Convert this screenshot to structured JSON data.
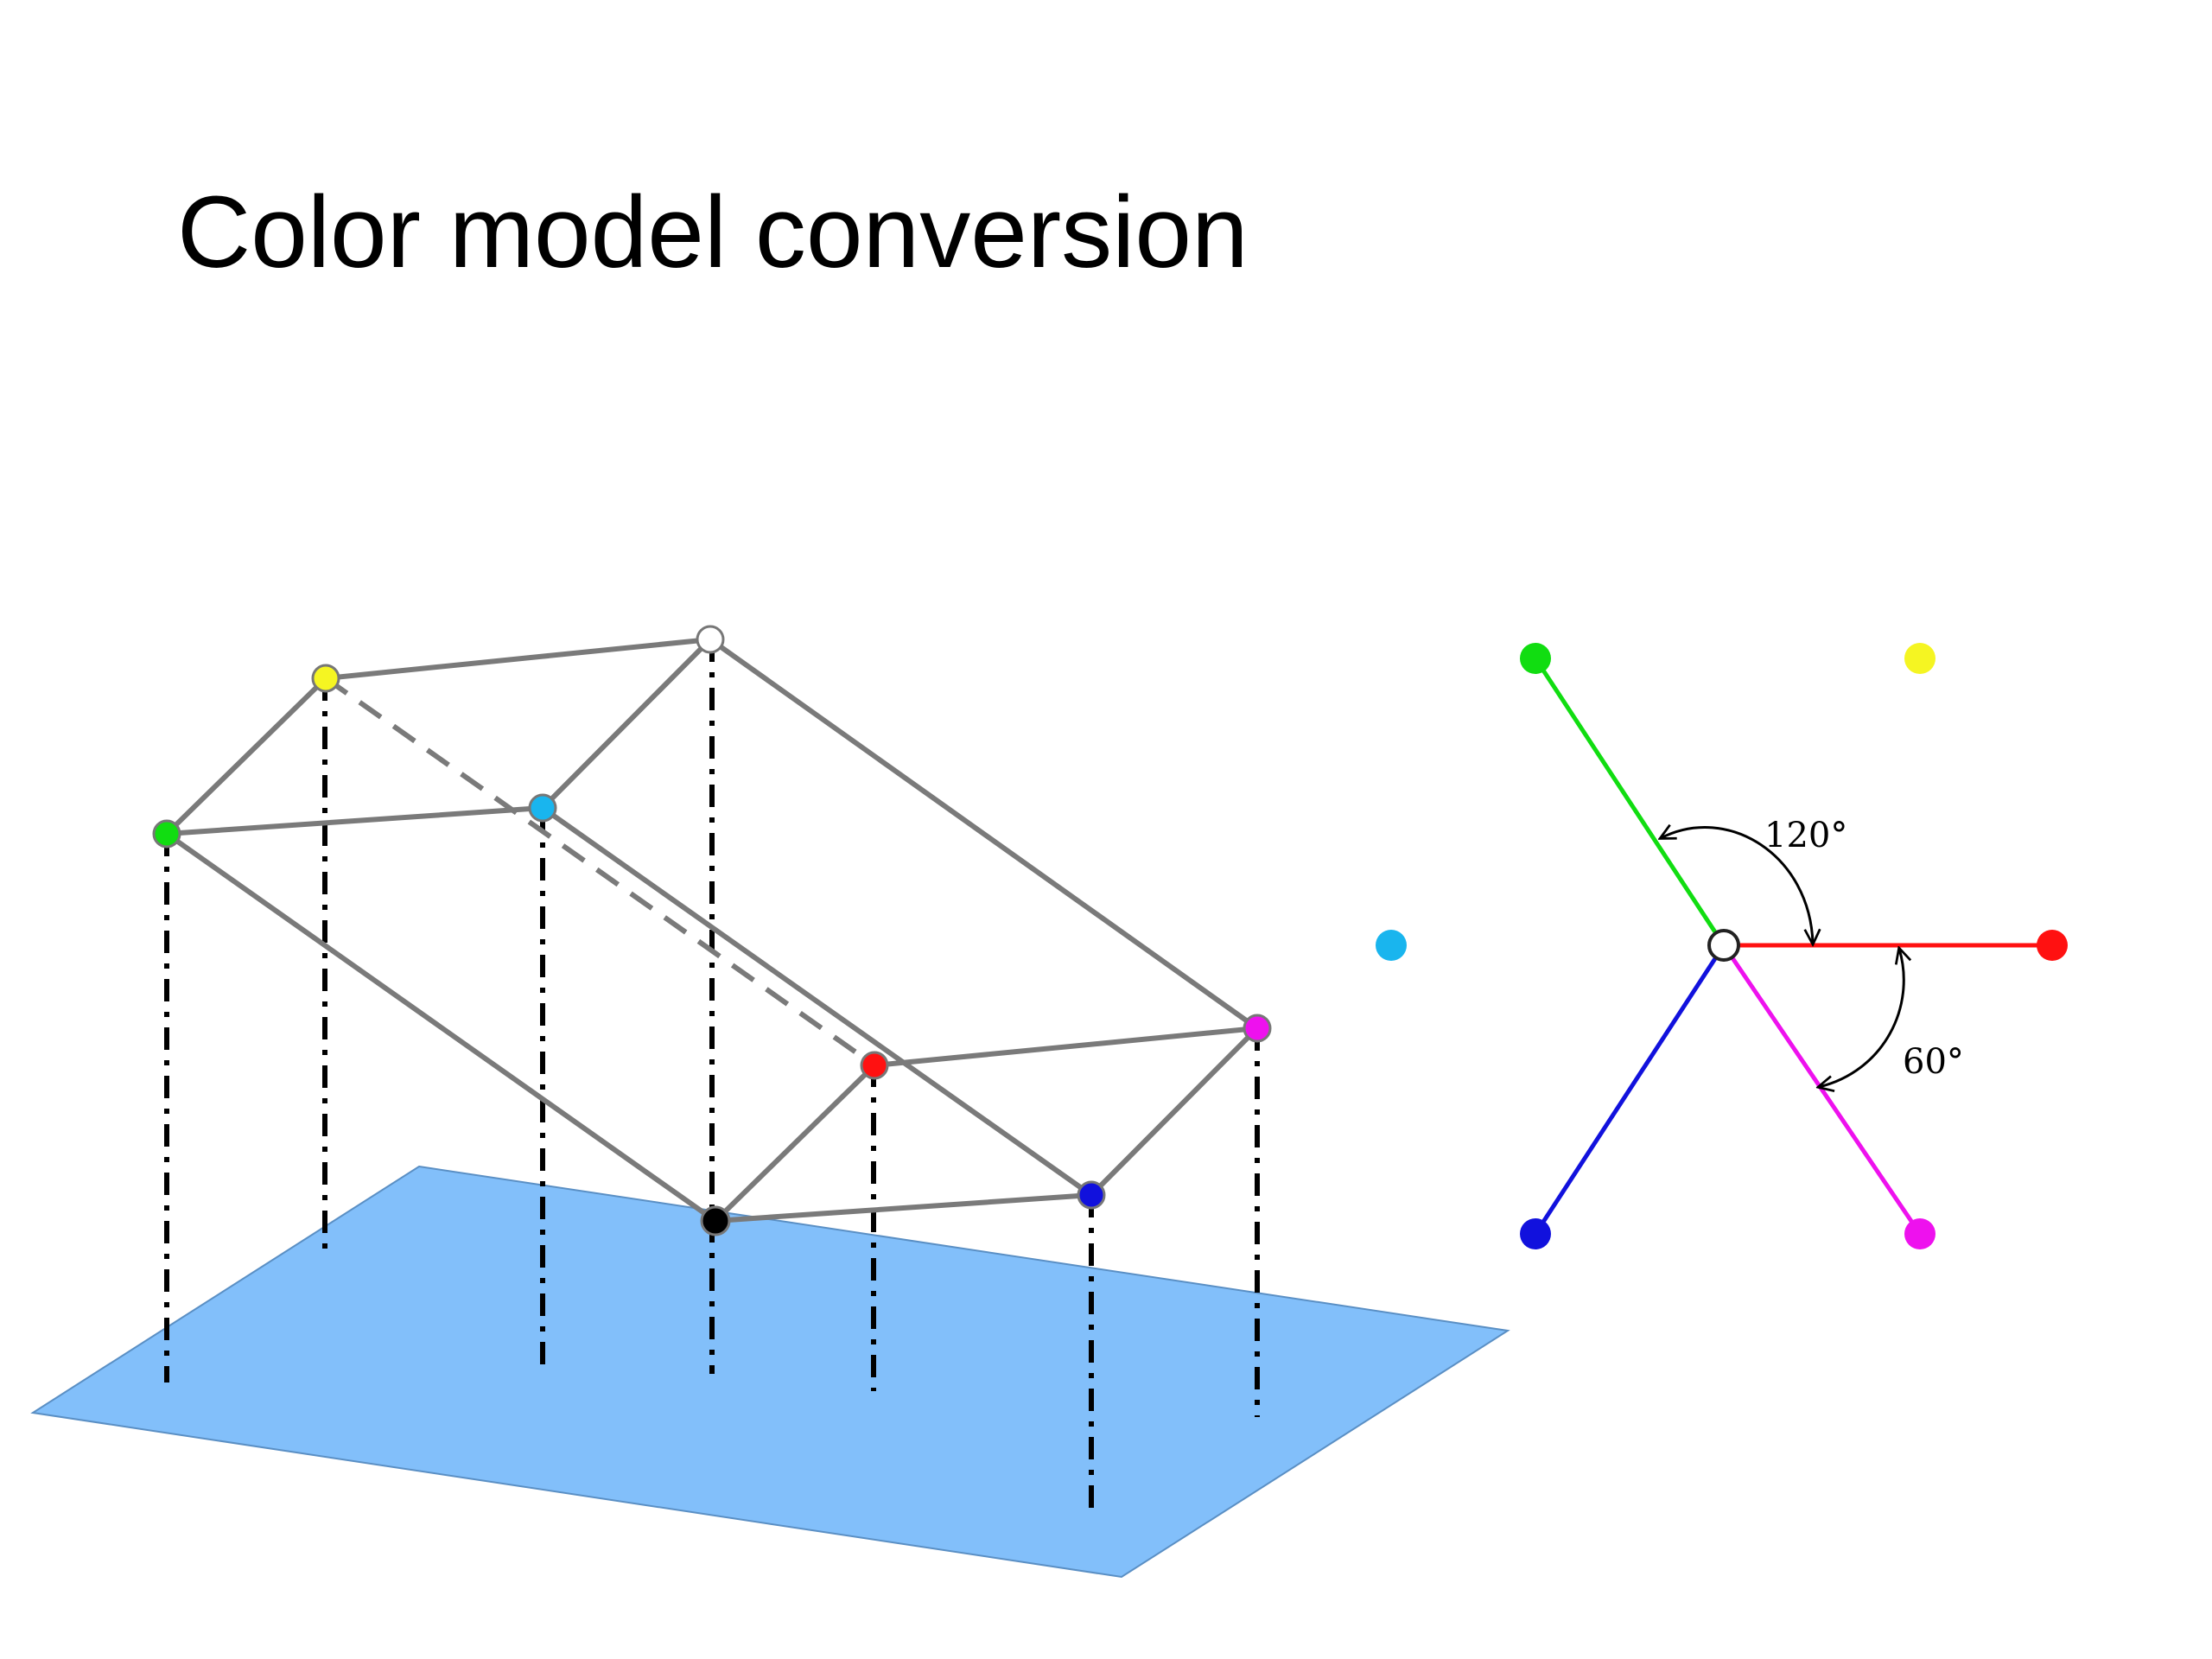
{
  "slide": {
    "title": "Color model conversion"
  },
  "colors": {
    "plane": "#82bffa",
    "edge": "#7a7a7a",
    "white": "#ffffff",
    "black": "#000000",
    "red": "#ff1111",
    "green": "#11dd11",
    "blue": "#1111dd",
    "yellow": "#f5f522",
    "cyan": "#19b5ee",
    "magenta": "#ee11ee"
  },
  "hexagon_diagram": {
    "angles": [
      {
        "label": "120°"
      },
      {
        "label": "60°"
      }
    ]
  }
}
